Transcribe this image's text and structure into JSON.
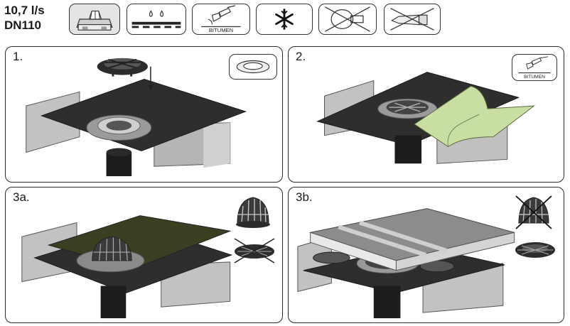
{
  "header": {
    "flow_rate": "10,7 l/s",
    "diameter": "DN110"
  },
  "icons": [
    {
      "name": "roof-icon"
    },
    {
      "name": "waterproof-icon"
    },
    {
      "name": "bitumen-torch-icon",
      "label": "BITUMEN"
    },
    {
      "name": "frost-icon"
    },
    {
      "name": "no-ventilation-icon"
    },
    {
      "name": "no-glue-icon"
    }
  ],
  "panels": [
    {
      "step": "1."
    },
    {
      "step": "2.",
      "icon_label": "BITUMEN"
    },
    {
      "step": "3a."
    },
    {
      "step": "3b."
    }
  ],
  "colors": {
    "membrane": "#2b2b2b",
    "concrete": "#bdbdbd",
    "green_sheet": "#c9dea2",
    "olive_sheet": "#3c3e22",
    "panel_gray": "#8a8a8a"
  }
}
